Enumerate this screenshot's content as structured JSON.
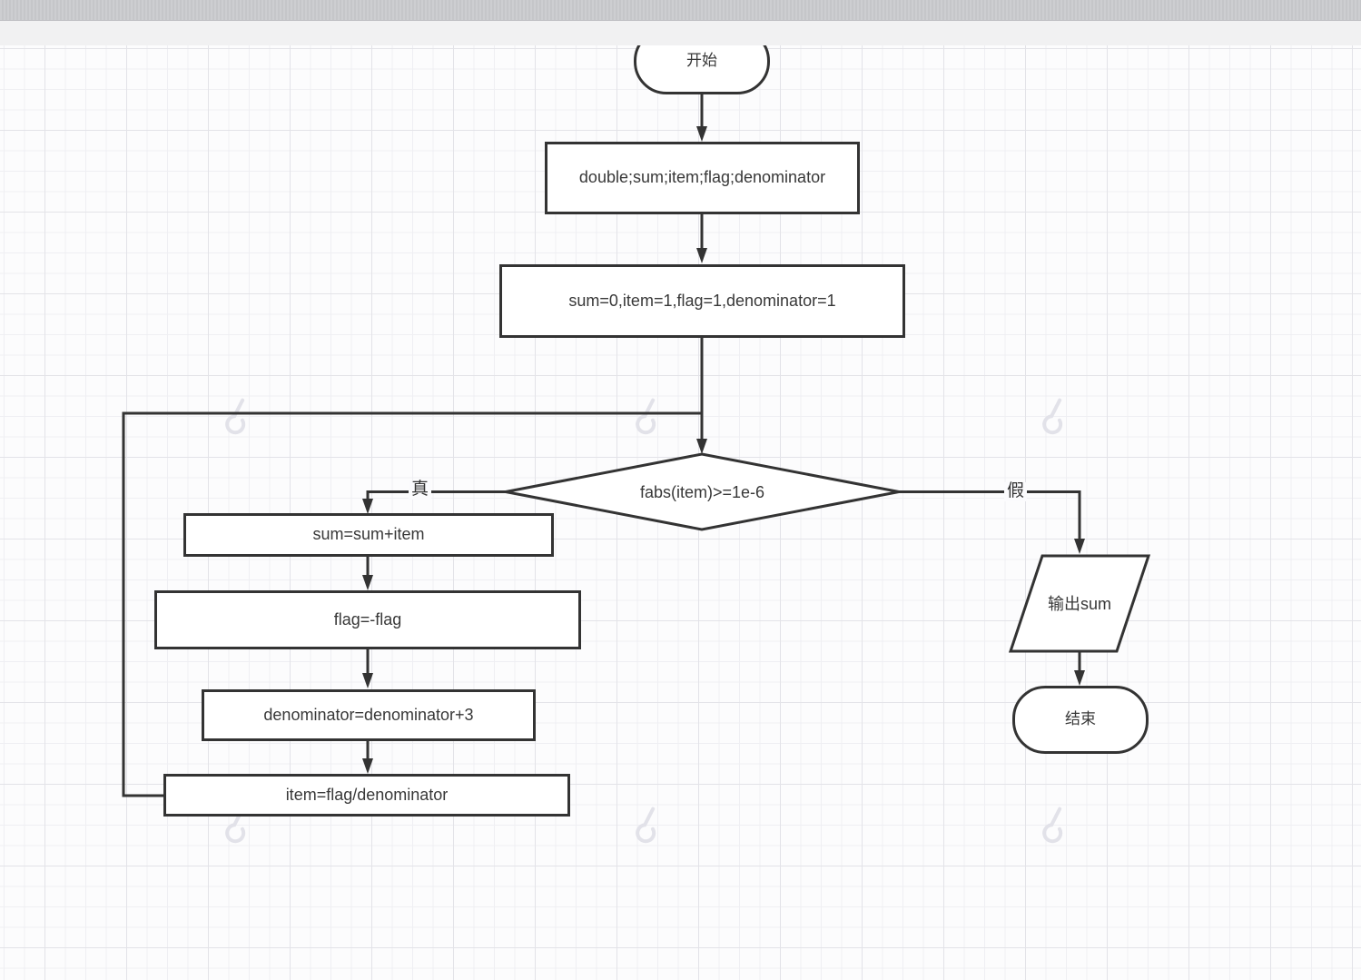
{
  "diagram": {
    "nodes": {
      "start": {
        "label": "开始",
        "type": "terminator"
      },
      "declare": {
        "label": "double;sum;item;flag;denominator",
        "type": "process"
      },
      "init": {
        "label": "sum=0,item=1,flag=1,denominator=1",
        "type": "process"
      },
      "decision": {
        "label": "fabs(item)>=1e-6",
        "type": "decision"
      },
      "sum": {
        "label": "sum=sum+item",
        "type": "process"
      },
      "flag": {
        "label": "flag=-flag",
        "type": "process"
      },
      "denominator": {
        "label": "denominator=denominator+3",
        "type": "process"
      },
      "item": {
        "label": "item=flag/denominator",
        "type": "process"
      },
      "output": {
        "label": "输出sum",
        "type": "io"
      },
      "end": {
        "label": "结束",
        "type": "terminator"
      }
    },
    "edge_labels": {
      "true_branch": "真",
      "false_branch": "假"
    },
    "colors": {
      "shape_stroke": "#333333",
      "text": "#383838",
      "canvas_bg": "#fcfcfd",
      "grid_minor": "#efeff3",
      "grid_major": "#e3e3e8",
      "chrome_dark": "#c9cacd",
      "chrome_light": "#f1f1f2",
      "watermark": "#e4e4ea"
    }
  }
}
